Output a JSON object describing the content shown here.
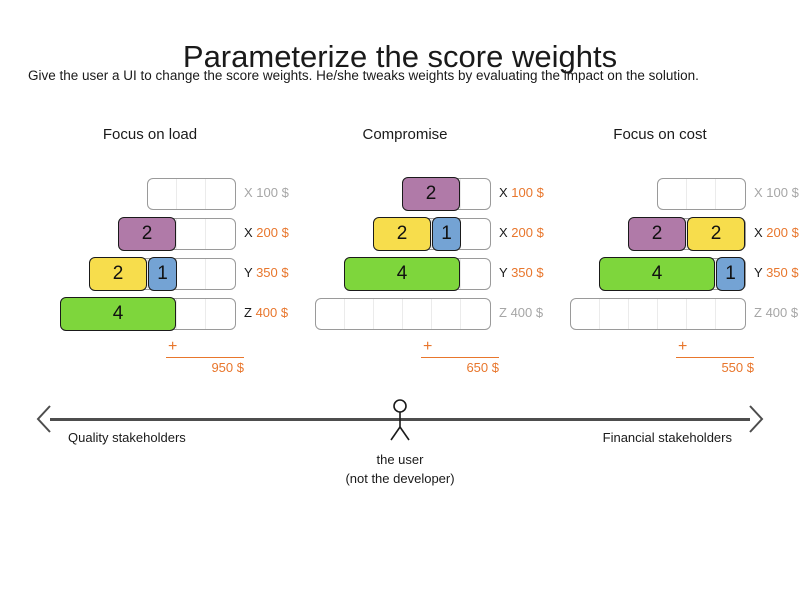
{
  "slide": {
    "title": "Parameterize the score weights",
    "subtitle": "Give the user a UI to change the score weights. He/she tweaks weights by evaluating the impact on the solution."
  },
  "colors": {
    "purple": "#b07aa8",
    "yellow": "#f7dd4c",
    "blue": "#74a3d4",
    "green": "#7ed63c",
    "accent_orange": "#e8762c",
    "inactive_gray": "#a6a6a6",
    "axis_gray": "#4d4d4d"
  },
  "columns": [
    {
      "header": "Focus on load",
      "rows": [
        {
          "key": "X",
          "amount": "100 $",
          "active": false,
          "cells": 3,
          "segments": []
        },
        {
          "key": "X",
          "amount": "200 $",
          "active": true,
          "cells": 4,
          "segments": [
            {
              "value": "2",
              "color": "purple",
              "units": 2
            }
          ]
        },
        {
          "key": "Y",
          "amount": "350 $",
          "active": true,
          "cells": 5,
          "segments": [
            {
              "value": "2",
              "color": "yellow",
              "units": 2
            },
            {
              "value": "1",
              "color": "blue",
              "units": 1
            }
          ]
        },
        {
          "key": "Z",
          "amount": "400 $",
          "active": true,
          "cells": 6,
          "segments": [
            {
              "value": "4",
              "color": "green",
              "units": 4
            }
          ]
        }
      ],
      "total_plus": "+",
      "total": "950 $"
    },
    {
      "header": "Compromise",
      "rows": [
        {
          "key": "X",
          "amount": "100 $",
          "active": true,
          "cells": 3,
          "segments": [
            {
              "value": "2",
              "color": "purple",
              "units": 2
            }
          ]
        },
        {
          "key": "X",
          "amount": "200 $",
          "active": true,
          "cells": 4,
          "segments": [
            {
              "value": "2",
              "color": "yellow",
              "units": 2
            },
            {
              "value": "1",
              "color": "blue",
              "units": 1
            }
          ]
        },
        {
          "key": "Y",
          "amount": "350 $",
          "active": true,
          "cells": 5,
          "segments": [
            {
              "value": "4",
              "color": "green",
              "units": 4
            }
          ]
        },
        {
          "key": "Z",
          "amount": "400 $",
          "active": false,
          "cells": 6,
          "segments": []
        }
      ],
      "total_plus": "+",
      "total": "650 $"
    },
    {
      "header": "Focus on cost",
      "rows": [
        {
          "key": "X",
          "amount": "100 $",
          "active": false,
          "cells": 3,
          "segments": []
        },
        {
          "key": "X",
          "amount": "200 $",
          "active": true,
          "cells": 4,
          "segments": [
            {
              "value": "2",
              "color": "purple",
              "units": 2
            },
            {
              "value": "2",
              "color": "yellow",
              "units": 2
            }
          ]
        },
        {
          "key": "Y",
          "amount": "350 $",
          "active": true,
          "cells": 5,
          "segments": [
            {
              "value": "4",
              "color": "green",
              "units": 4
            },
            {
              "value": "1",
              "color": "blue",
              "units": 1
            }
          ]
        },
        {
          "key": "Z",
          "amount": "400 $",
          "active": false,
          "cells": 6,
          "segments": []
        }
      ],
      "total_plus": "+",
      "total": "550 $"
    }
  ],
  "axis": {
    "left_label": "Quality stakeholders",
    "right_label": "Financial stakeholders",
    "user_caption_line1": "the user",
    "user_caption_line2": "(not the developer)"
  }
}
